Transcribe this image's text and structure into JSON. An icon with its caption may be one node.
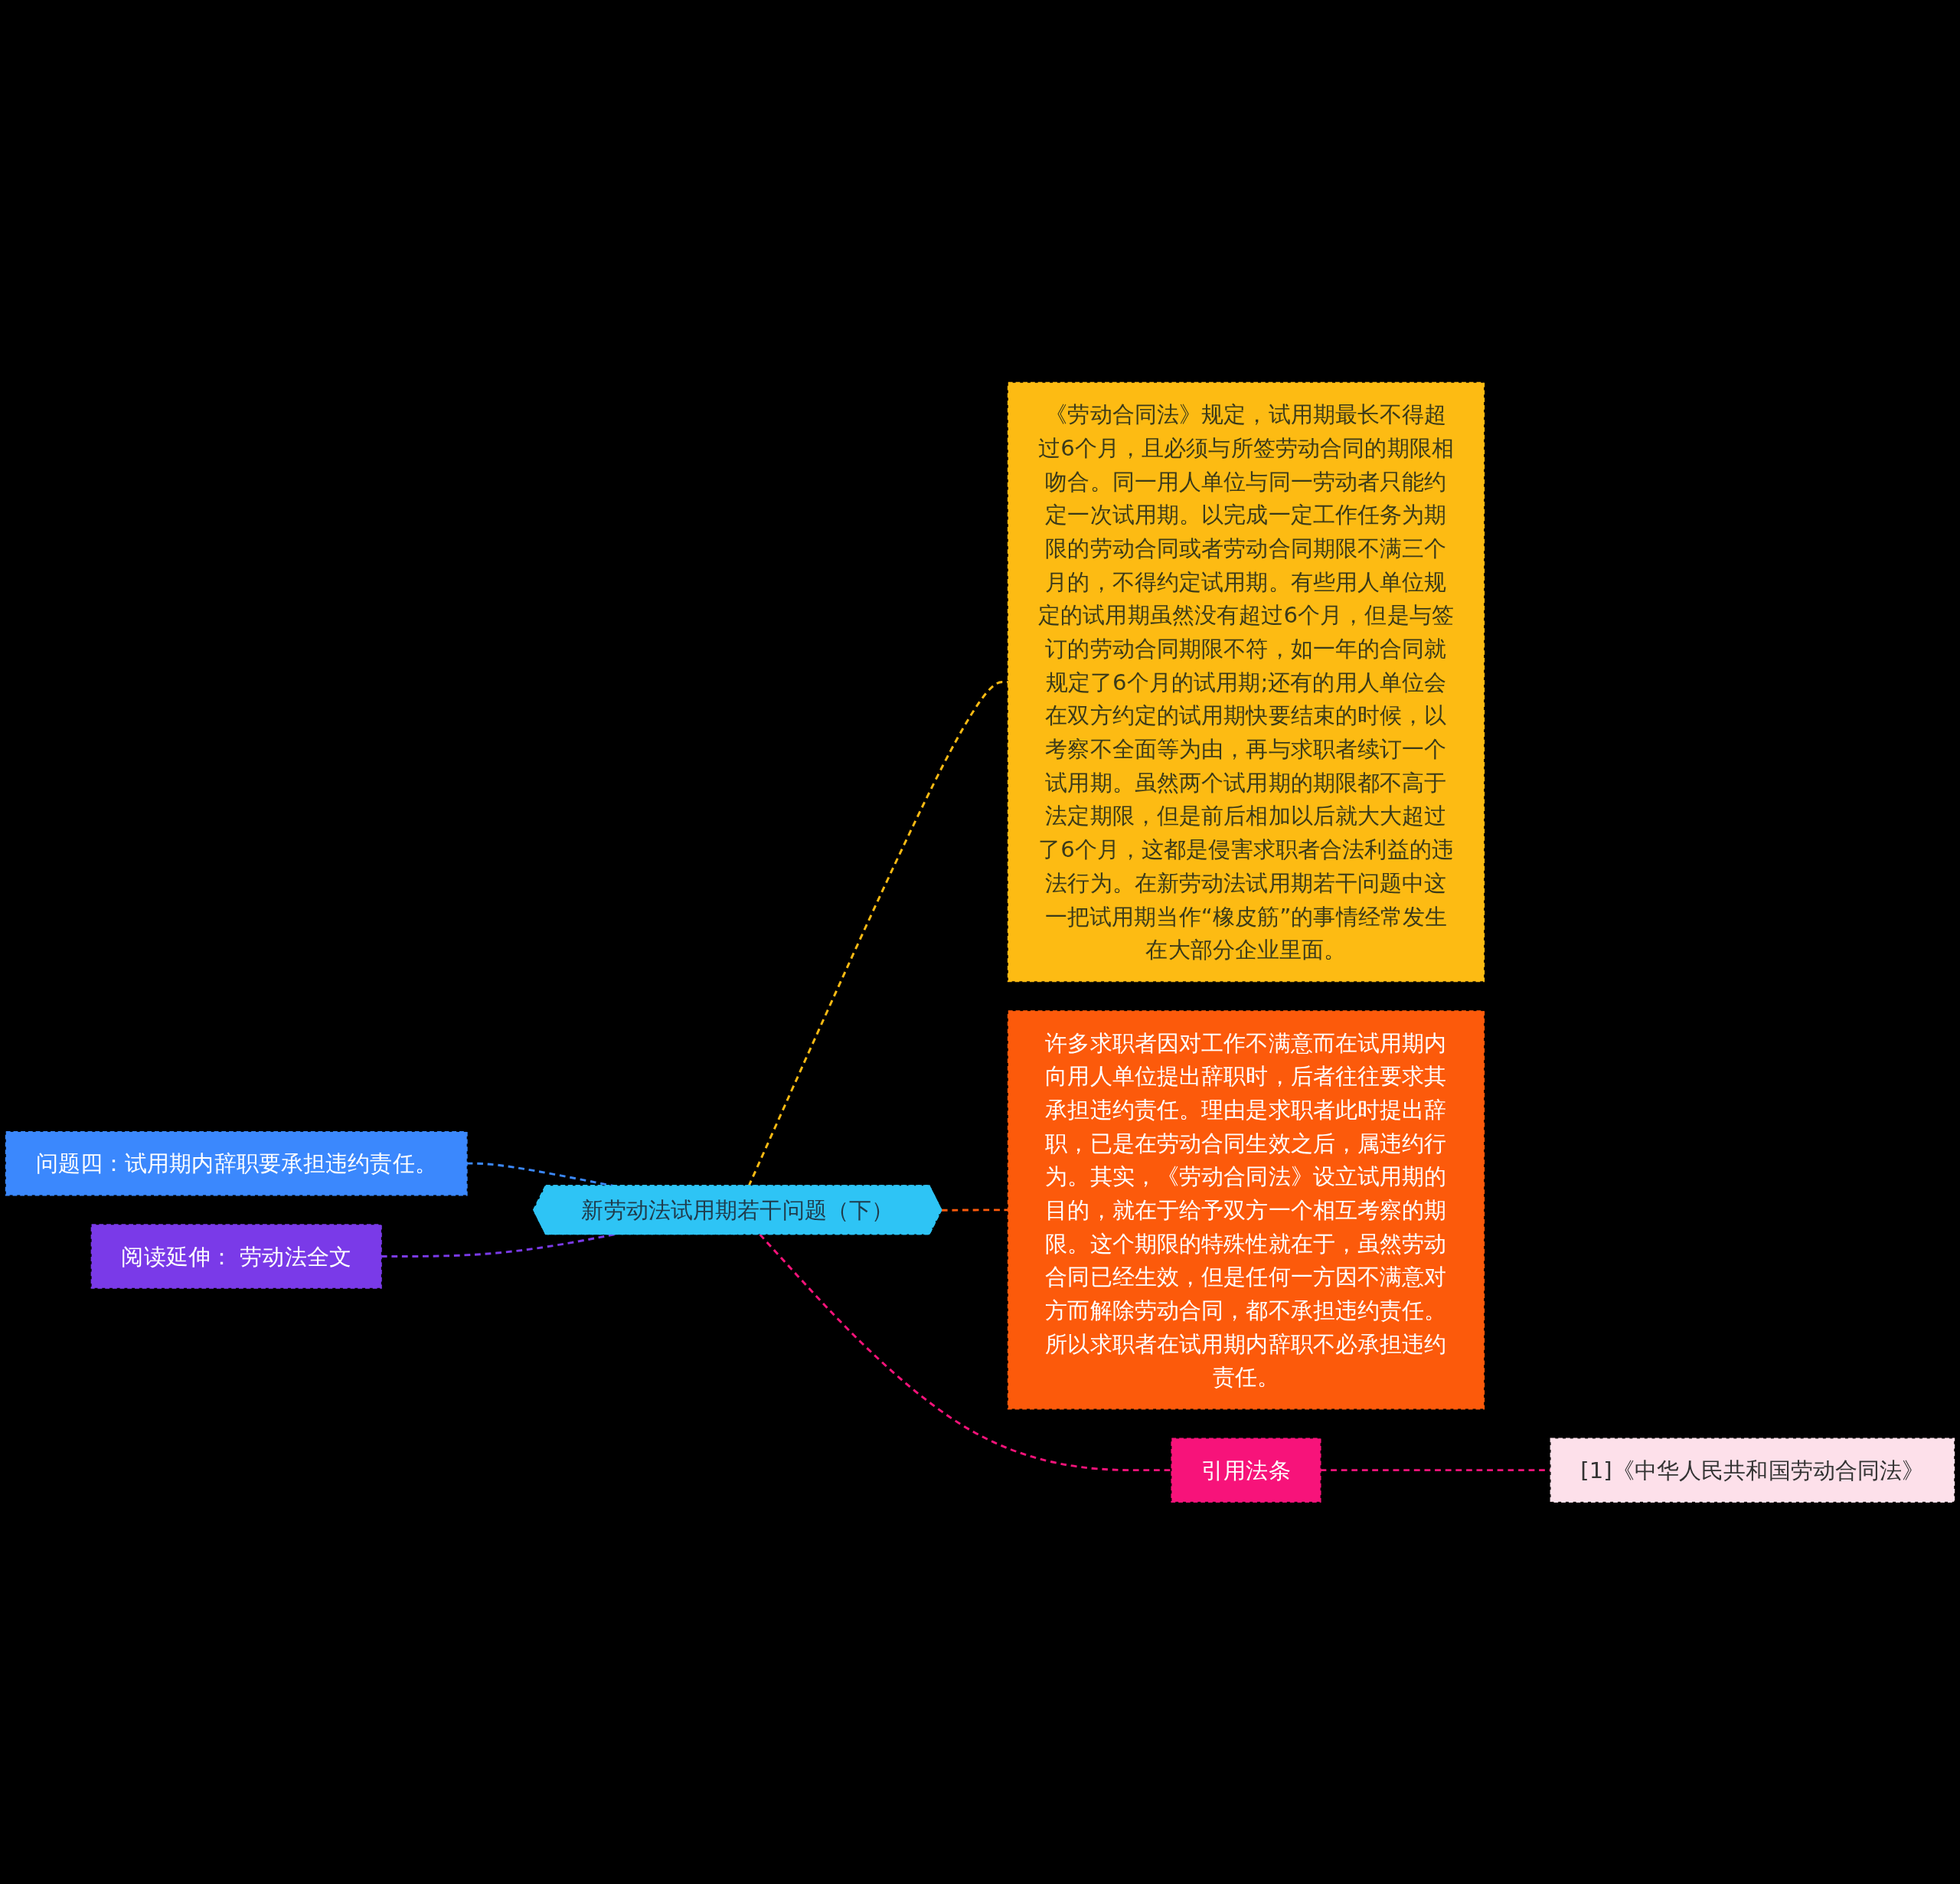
{
  "diagram": {
    "nodes": [
      {
        "text": [
          "新劳动法试用期若干问题（下）"
        ]
      },
      {
        "text": [
          "问题四：试用期内辞职要承担违约责任。"
        ]
      },
      {
        "text": [
          "阅读延伸： 劳动法全文"
        ]
      },
      {
        "text": [
          "《劳动合同法》规定，试用期最长不得超过6个月，且必须与所签劳动合同的期限相吻合。同一用人单位与同一劳动者只能约定一次试用期。以完成一定工作任务为期限的劳动合同或者劳动合同期限不满三个月的，不得约定试用期。有些用人单位规定的试用期虽然没有超过6个月，但是与签订的劳动合同期限不符，如一年的合同就规定了6个月的试用期;还有的用人单位会在双方约定的试用期快要结束的时候，以考察不全面等为由，再与求职者续订一个试用期。虽然两个试用期的期限都不高于法定期限，但是前后相加以后就大大超过了6个月，这都是侵害求职者合法利益的违法行为。在新劳动法试用期若干问题中这一把试用期当作“橡皮筋”的事情经常发生在大部分企业里面。"
        ]
      },
      {
        "text": [
          "许多求职者因对工作不满意而在试用期内向用人单位提出辞职时，后者往往要求其承担违约责任。理由是求职者此时提出辞职，已是在劳动合同生效之后，属违约行为。其实，《劳动合同法》设立试用期的目的，就在于给予双方一个相互考察的期限。这个期限的特殊性就在于，虽然劳动合同已经生效，但是任何一方因不满意对方而解除劳动合同，都不承担违约责任。所以求职者在试用期内辞职不必承担违约责任。"
        ]
      },
      {
        "text": [
          "引用法条"
        ]
      },
      {
        "text": [
          "[1]《中华人民共和国劳动合同法》"
        ]
      }
    ],
    "edges": [
      {
        "from": 0,
        "to": 1,
        "arrow": "none",
        "style": "dashed",
        "color": "#3b88fd"
      },
      {
        "from": 0,
        "to": 2,
        "arrow": "none",
        "style": "dashed",
        "color": "#7a3ae8"
      },
      {
        "from": 0,
        "to": 3,
        "arrow": "none",
        "style": "dashed",
        "color": "#fdbb13"
      },
      {
        "from": 0,
        "to": 4,
        "arrow": "none",
        "style": "dashed",
        "color": "#fc5a0b"
      },
      {
        "from": 0,
        "to": 5,
        "arrow": "none",
        "style": "dashed",
        "color": "#f7137a"
      },
      {
        "from": 5,
        "to": 6,
        "arrow": "none",
        "style": "dashed",
        "color": "#f7137a"
      }
    ]
  }
}
